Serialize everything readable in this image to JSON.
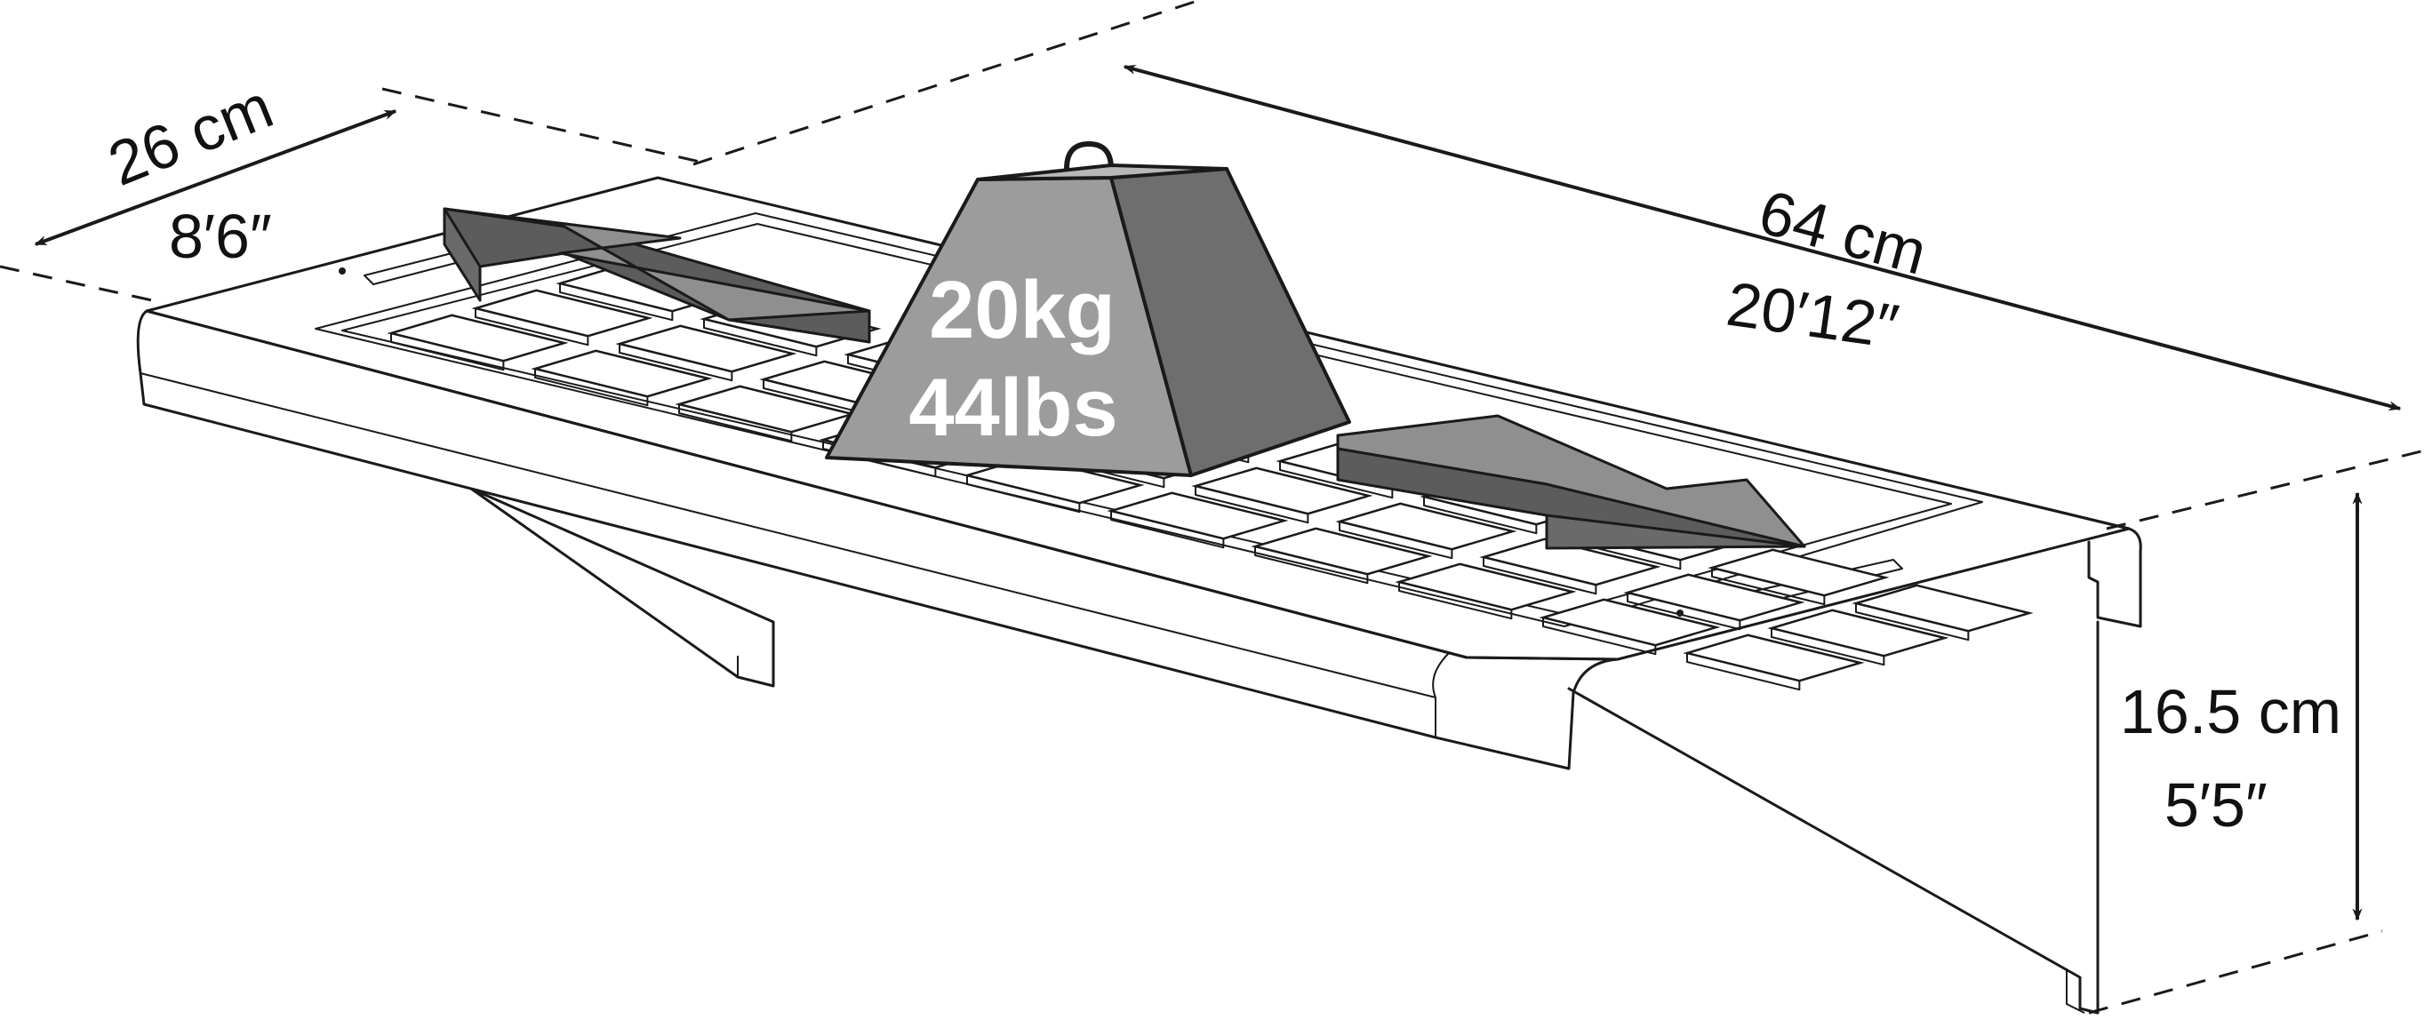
{
  "dimensions": {
    "depth": {
      "metric": "26 cm",
      "imperial": "8′6″"
    },
    "width": {
      "metric": "64 cm",
      "imperial": "20′12″"
    },
    "height": {
      "metric": "16.5 cm",
      "imperial": "5′5″"
    }
  },
  "load": {
    "metric": "20kg",
    "imperial": "44lbs"
  },
  "colors": {
    "weight_light": "#9c9c9c",
    "weight_dark": "#6e6e6e",
    "arrow_top": "#8f8f8f",
    "arrow_side": "#5c5c5c",
    "outline": "#1a1a1a"
  }
}
